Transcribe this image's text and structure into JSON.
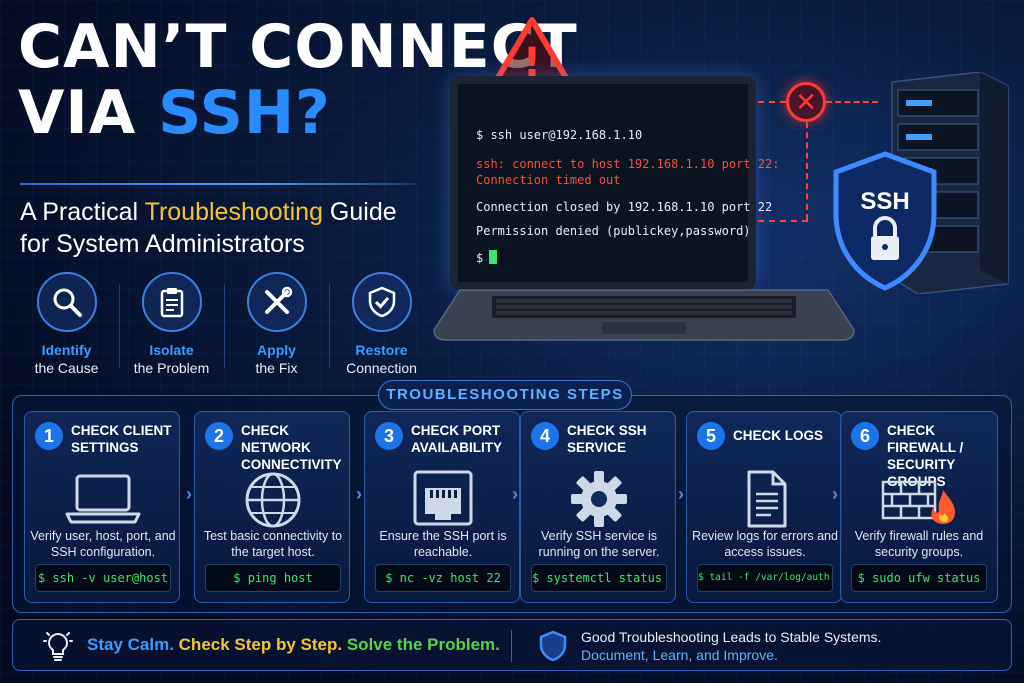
{
  "hero": {
    "title_line1": "CAN’T CONNECT",
    "title_line2_pre": "VIA ",
    "title_line2_accent": "SSH?",
    "subtitle_pre": "A Practical ",
    "subtitle_accent": "Troubleshooting",
    "subtitle_post": " Guide",
    "subtitle_line2": "for System Administrators"
  },
  "features": [
    {
      "icon": "magnifier-icon",
      "label1": "Identify",
      "label2": "the Cause"
    },
    {
      "icon": "clipboard-icon",
      "label1": "Isolate",
      "label2": "the Problem"
    },
    {
      "icon": "tools-icon",
      "label1": "Apply",
      "label2": "the Fix"
    },
    {
      "icon": "shield-check-icon",
      "label1": "Restore",
      "label2": "Connection"
    }
  ],
  "terminal": {
    "command": "$ ssh user@192.168.1.10",
    "error_line1": "ssh: connect to host 192.168.1.10 port 22:",
    "error_line2": "Connection timed out",
    "closed": "Connection closed by 192.168.1.10 port 22",
    "denied": "Permission denied (publickey,password)",
    "prompt": "$"
  },
  "shield_label": "SSH",
  "error_mark": "✕",
  "warning_mark": "!",
  "steps_title": "TROUBLESHOOTING STEPS",
  "steps": [
    {
      "num": "1",
      "title": "CHECK CLIENT SETTINGS",
      "icon": "laptop-icon",
      "desc": "Verify user, host, port, and SSH configuration.",
      "cmd": "$ ssh -v user@host"
    },
    {
      "num": "2",
      "title": "CHECK NETWORK CONNECTIVITY",
      "icon": "globe-icon",
      "desc": "Test basic connectivity to the target host.",
      "cmd": "$ ping host"
    },
    {
      "num": "3",
      "title": "CHECK PORT AVAILABILITY",
      "icon": "ethernet-port-icon",
      "desc": "Ensure the SSH port is reachable.",
      "cmd": "$ nc -vz host 22"
    },
    {
      "num": "4",
      "title": "CHECK SSH SERVICE",
      "icon": "gear-icon",
      "desc": "Verify SSH service is running on the server.",
      "cmd": "$ systemctl status sshd"
    },
    {
      "num": "5",
      "title": "CHECK LOGS",
      "icon": "document-icon",
      "desc": "Review logs for errors and access issues.",
      "cmd": "$ tail -f /var/log/auth.log"
    },
    {
      "num": "6",
      "title": "CHECK FIREWALL / SECURITY GROUPS",
      "icon": "firewall-icon",
      "desc": "Verify firewall rules and security groups.",
      "cmd": "$ sudo ufw status"
    }
  ],
  "footer": {
    "part1": "Stay Calm. ",
    "part2": "Check Step by Step. ",
    "part3": "Solve the Problem.",
    "right_line1": "Good Troubleshooting Leads to Stable Systems.",
    "right_line2": "Document, Learn, and Improve."
  },
  "colors": {
    "accent_blue": "#2a8bff",
    "accent_gold": "#f4c430",
    "accent_green": "#55d34a",
    "error_red": "#ff3b2f",
    "terminal_green": "#3de36b"
  }
}
